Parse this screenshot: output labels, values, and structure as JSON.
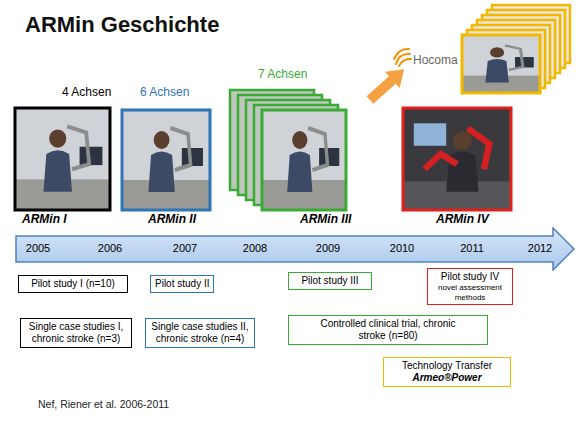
{
  "diagram": {
    "title": "ARMin Geschichte",
    "caption": "Nef, Riener et al. 2006-2011",
    "nodes": [
      {
        "text": [
          "2005",
          "2006",
          "2007",
          "2008",
          "2009",
          "2010",
          "2011",
          "2012"
        ]
      },
      {
        "text": [
          "Pilot study I (n=10)"
        ]
      },
      {
        "text": [
          "Pilot study II"
        ]
      },
      {
        "text": [
          "Pilot study III"
        ]
      },
      {
        "text": [
          "Pilot study IV",
          "novel assessment methods"
        ]
      },
      {
        "text": [
          "Single case studies I, chronic stroke (n=3)"
        ]
      },
      {
        "text": [
          "Single case studies II, chronic stroke (n=4)"
        ]
      },
      {
        "text": [
          "Controlled clinical trial, chronic stroke (n=80)"
        ]
      },
      {
        "text": [
          "Technology Transfer",
          "Armeo®Power"
        ]
      }
    ],
    "labels": [
      "4 Achsen",
      "6 Achsen",
      "7 Achsen",
      "Hocoma",
      "ARMin I",
      "ARMin II",
      "ARMin III",
      "ARMin IV"
    ]
  }
}
